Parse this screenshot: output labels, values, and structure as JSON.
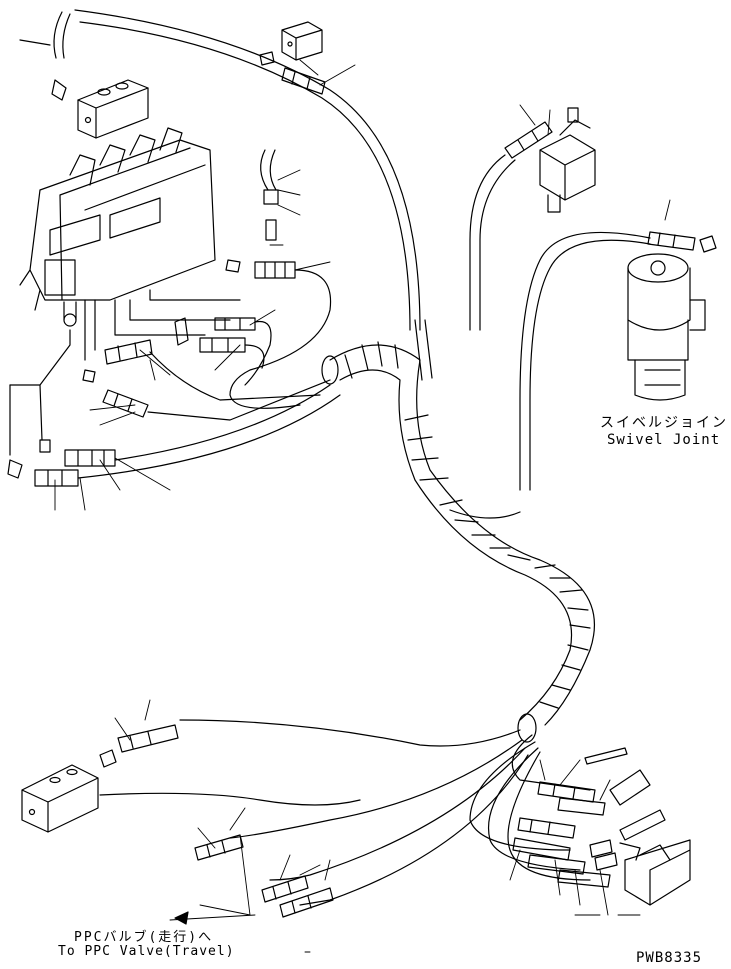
{
  "labels": {
    "swivel_joint_jp": "スイベルジョイント",
    "swivel_joint_en": "Swivel Joint",
    "ppc_valve_jp": "PPCバルブ(走行)へ",
    "ppc_valve_en": "To PPC Valve(Travel)",
    "drawing_number": "PWB8335"
  }
}
